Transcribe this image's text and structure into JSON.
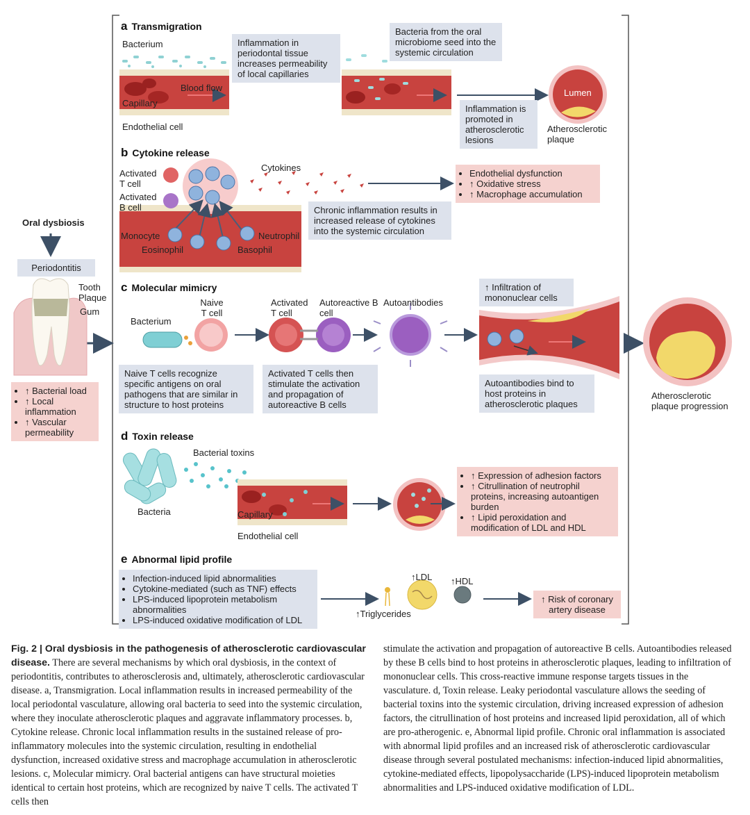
{
  "left": {
    "oral_dysbiosis": "Oral dysbiosis",
    "periodontitis": "Periodontitis",
    "tooth": "Tooth",
    "plaque": "Plaque",
    "gum": "Gum",
    "effects": [
      "↑ Bacterial load",
      "↑ Local inflammation",
      "↑ Vascular permeability"
    ]
  },
  "a": {
    "letter": "a",
    "title": "Transmigration",
    "bacterium": "Bacterium",
    "blood_flow": "Blood flow",
    "capillary": "Capillary",
    "endothelial": "Endothelial cell",
    "callout1": "Inflammation in periodontal tissue increases permeability of local capillaries",
    "callout2": "Bacteria from the oral microbiome seed into the systemic circulation",
    "callout3": "Inflammation is promoted in atherosclerotic lesions",
    "lumen": "Lumen",
    "plaque": "Atherosclerotic plaque"
  },
  "b": {
    "letter": "b",
    "title": "Cytokine release",
    "act_t": "Activated T cell",
    "act_b": "Activated B cell",
    "cytokines": "Cytokines",
    "monocyte": "Monocyte",
    "eosinophil": "Eosinophil",
    "basophil": "Basophil",
    "neutrophil": "Neutrophil",
    "callout": "Chronic inflammation results in increased release of cytokines into the systemic circulation",
    "effects": [
      "Endothelial dysfunction",
      "↑ Oxidative stress",
      "↑ Macrophage accumulation"
    ]
  },
  "c": {
    "letter": "c",
    "title": "Molecular mimicry",
    "bacterium": "Bacterium",
    "naive": "Naive T cell",
    "activated": "Activated T cell",
    "autoreactive": "Autoreactive B cell",
    "autoantibodies": "Autoantibodies",
    "callout1": "Naive T cells recognize specific antigens on oral pathogens that are similar in structure to host proteins",
    "callout2": "Activated T cells then stimulate the activation and propagation of autoreactive B cells",
    "callout3": "↑ Infiltration of mononuclear cells",
    "callout4": "Autoantibodies bind to host proteins in atherosclerotic plaques",
    "progression": "Atherosclerotic plaque progression"
  },
  "d": {
    "letter": "d",
    "title": "Toxin release",
    "toxins": "Bacterial toxins",
    "bacteria": "Bacteria",
    "capillary": "Capillary",
    "endothelial": "Endothelial cell",
    "effects": [
      "↑ Expression of adhesion factors",
      "↑ Citrullination of neutrophil proteins, increasing autoantigen burden",
      "↑ Lipid peroxidation and modification of LDL and HDL"
    ]
  },
  "e": {
    "letter": "e",
    "title": "Abnormal lipid profile",
    "mechanisms": [
      "Infection-induced lipid abnormalities",
      "Cytokine-mediated (such as TNF) effects",
      "LPS-induced lipoprotein metabolism abnormalities",
      "LPS-induced oxidative modification of LDL"
    ],
    "ldl": "↑LDL",
    "hdl": "↑HDL",
    "tg": "↑Triglycerides",
    "risk": "↑ Risk of coronary artery disease"
  },
  "caption": {
    "fig": "Fig. 2 | ",
    "title": "Oral dysbiosis in the pathogenesis of atherosclerotic cardiovascular disease.",
    "col1": " There are several mechanisms by which oral dysbiosis, in the context of periodontitis, contributes to atherosclerosis and, ultimately, atherosclerotic cardiovascular disease. a, Transmigration. Local inflammation results in increased permeability of the local periodontal vasculature, allowing oral bacteria to seed into the systemic circulation, where they inoculate atherosclerotic plaques and aggravate inflammatory processes. b, Cytokine release. Chronic local inflammation results in the sustained release of pro-inflammatory molecules into the systemic circulation, resulting in endothelial dysfunction, increased oxidative stress and macrophage accumulation in atherosclerotic lesions. c, Molecular mimicry. Oral bacterial antigens can have structural moieties identical to certain host proteins, which are recognized by naive T cells. The activated T cells then",
    "col2": "stimulate the activation and propagation of autoreactive B cells. Autoantibodies released by these B cells bind to host proteins in atherosclerotic plaques, leading to infiltration of mononuclear cells. This cross-reactive immune response targets tissues in the vasculature. d, Toxin release. Leaky periodontal vasculature allows the seeding of bacterial toxins into the systemic circulation, driving increased expression of adhesion factors, the citrullination of host proteins and increased lipid peroxidation, all of which are pro-atherogenic. e, Abnormal lipid profile. Chronic oral inflammation is associated with abnormal lipid profiles and an increased risk of atherosclerotic cardiovascular disease through several postulated mechanisms: infection-induced lipid abnormalities, cytokine-mediated effects, lipopolysaccharide (LPS)-induced lipoprotein metabolism abnormalities and LPS-induced oxidative modification of LDL."
  },
  "colors": {
    "vessel": "#c8433f",
    "box_grey": "#dde2ec",
    "box_pink": "#f5d2cf",
    "arrow": "#3d5066",
    "cell_blue": "#8fb3dd",
    "bacteria": "#6fc3c7"
  }
}
